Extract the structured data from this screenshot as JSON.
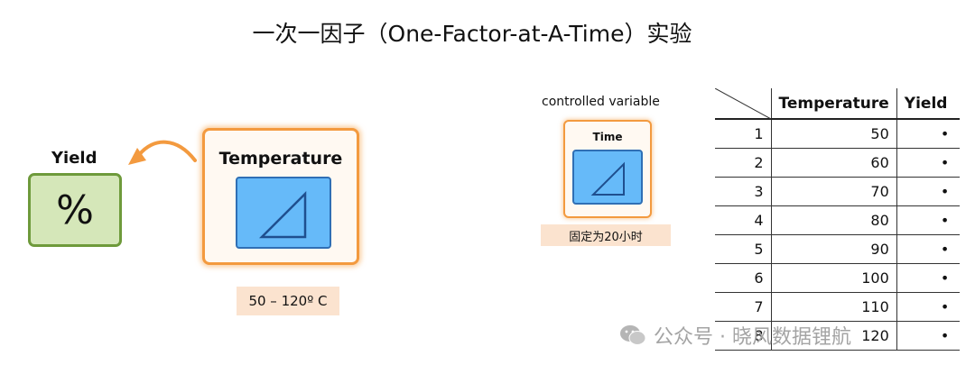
{
  "title": "一次一因子（One-Factor-at-A-Time）实验",
  "response": {
    "label": "Yield",
    "symbol": "%"
  },
  "factor": {
    "label": "Temperature",
    "range": "50 – 120º C"
  },
  "controlled": {
    "caption": "controlled variable",
    "label": "Time",
    "note": "固定为20小时"
  },
  "table": {
    "headers": [
      "",
      "Temperature",
      "Yield"
    ],
    "rows": [
      {
        "run": "1",
        "temp": "50",
        "yield": "•"
      },
      {
        "run": "2",
        "temp": "60",
        "yield": "•"
      },
      {
        "run": "3",
        "temp": "70",
        "yield": "•"
      },
      {
        "run": "4",
        "temp": "80",
        "yield": "•"
      },
      {
        "run": "5",
        "temp": "90",
        "yield": "•"
      },
      {
        "run": "6",
        "temp": "100",
        "yield": "•"
      },
      {
        "run": "7",
        "temp": "110",
        "yield": "•"
      },
      {
        "run": "8",
        "temp": "120",
        "yield": "•"
      }
    ]
  },
  "watermark": {
    "text": "公众号 · 晓风数据锂航",
    "icon": "wechat-icon"
  },
  "colors": {
    "orange": "#f39a3f",
    "blue": "#66baf9",
    "green_fill": "#d5e7b9",
    "green_border": "#6e9a3b",
    "badge": "#fbe3cf"
  }
}
